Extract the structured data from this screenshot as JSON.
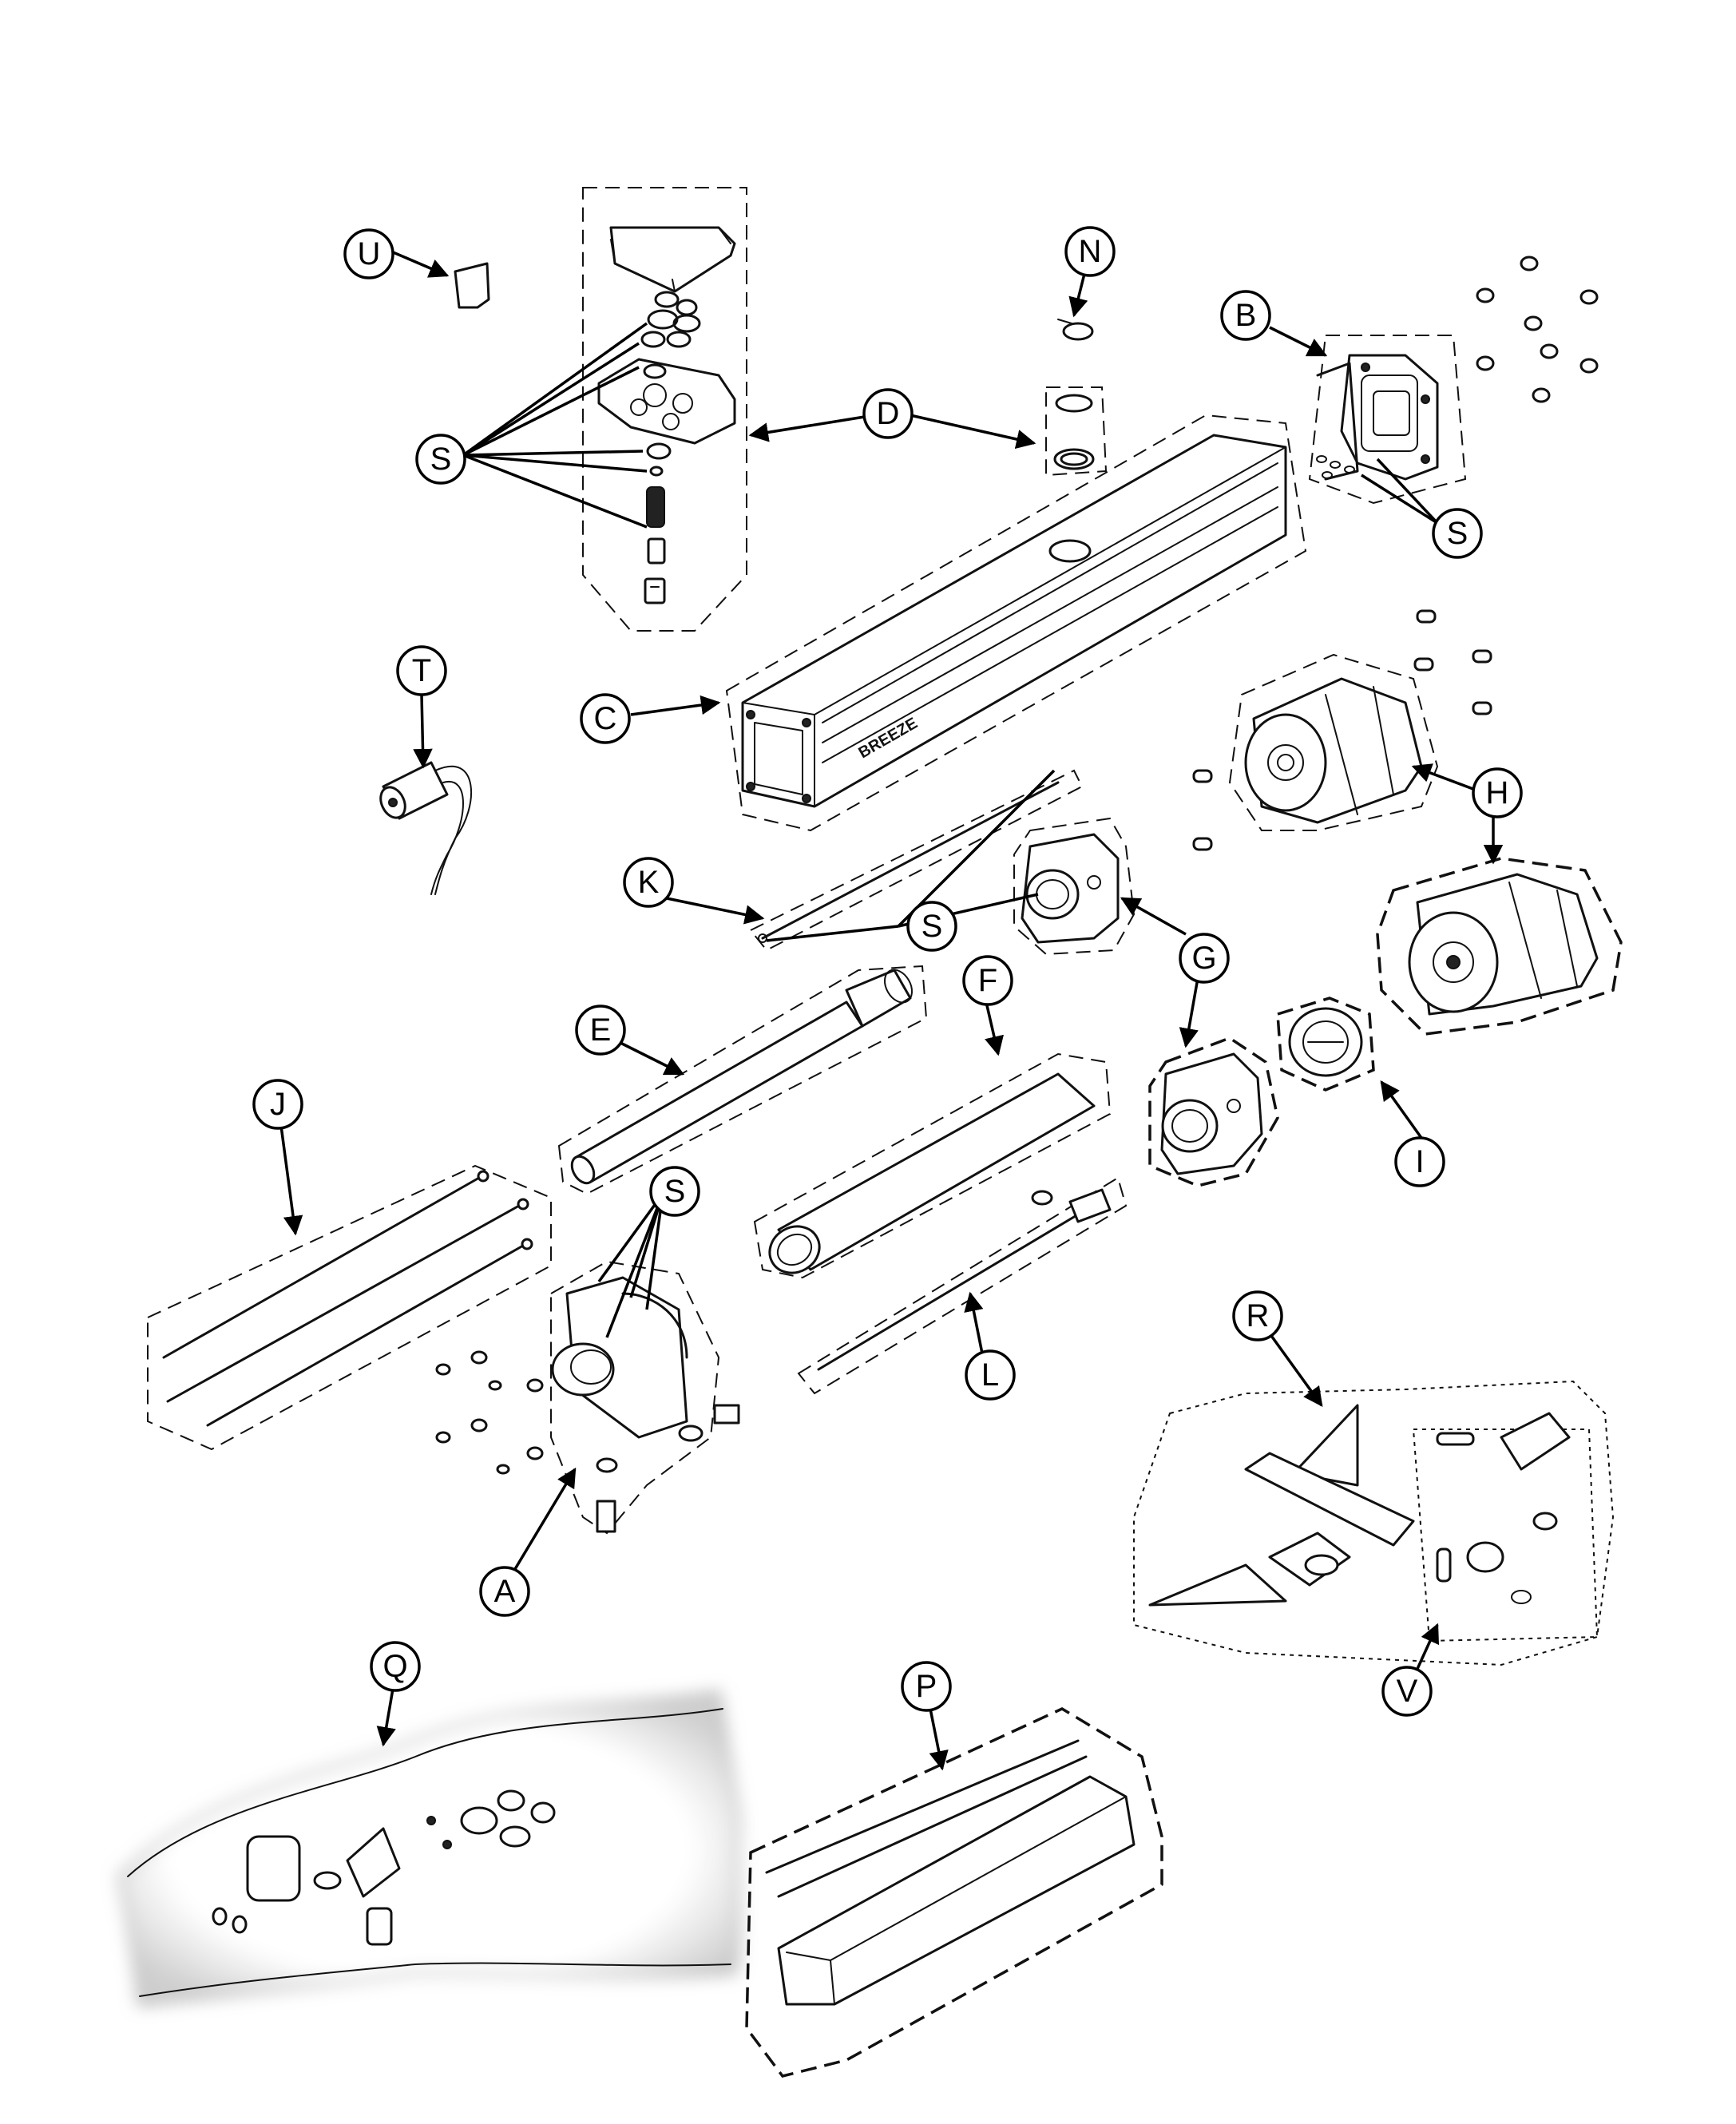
{
  "callouts": {
    "A": "A",
    "B": "B",
    "C": "C",
    "D": "D",
    "E": "E",
    "F": "F",
    "G": "G",
    "H": "H",
    "I": "I",
    "J": "J",
    "K": "K",
    "L": "L",
    "N": "N",
    "P": "P",
    "Q": "Q",
    "R": "R",
    "S1": "S",
    "S2": "S",
    "S3": "S",
    "S4": "S",
    "T": "T",
    "U": "U",
    "V": "V"
  },
  "housing_logo": "BREEZE"
}
